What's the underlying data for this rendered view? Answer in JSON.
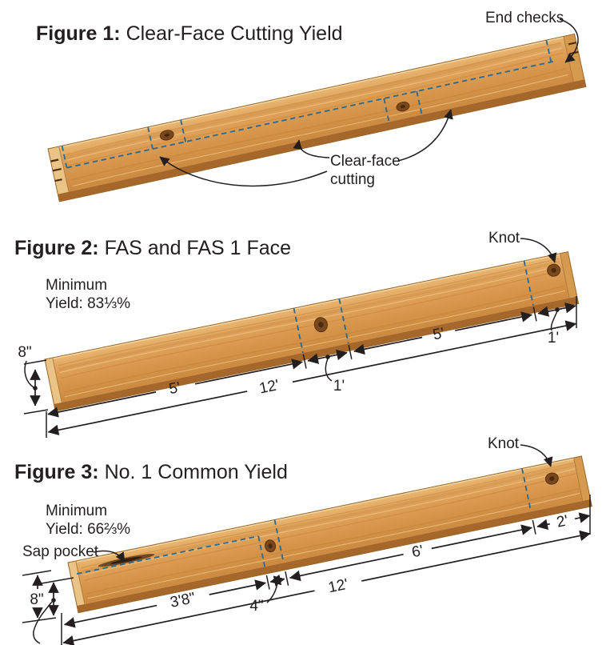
{
  "figure1": {
    "title_prefix": "Figure 1:",
    "title": "Clear-Face Cutting Yield",
    "labels": {
      "end_checks": "End checks",
      "clear_face_line1": "Clear-face",
      "clear_face_line2": "cutting"
    }
  },
  "figure2": {
    "title_prefix": "Figure 2:",
    "title": "FAS and FAS 1 Face",
    "min_yield_line1": "Minimum",
    "min_yield_line2": "Yield: 83⅓%",
    "labels": {
      "knot": "Knot"
    },
    "dims": {
      "height": "8\"",
      "seg1": "5'",
      "knot": "1'",
      "seg2": "5'",
      "end": "1'",
      "total": "12'"
    }
  },
  "figure3": {
    "title_prefix": "Figure 3:",
    "title": "No. 1 Common Yield",
    "min_yield_line1": "Minimum",
    "min_yield_line2": "Yield: 66⅔%",
    "labels": {
      "sap_pocket": "Sap pocket",
      "knot": "Knot"
    },
    "dims": {
      "height": "8\"",
      "seg1": "3'8\"",
      "knot": "4\"",
      "seg2": "6'",
      "end": "2'",
      "total": "12'"
    }
  },
  "colors": {
    "cut_line": "#2d6b91",
    "wood_light": "#e9b673",
    "wood_dark": "#cd8a41",
    "ink": "#231f20"
  }
}
